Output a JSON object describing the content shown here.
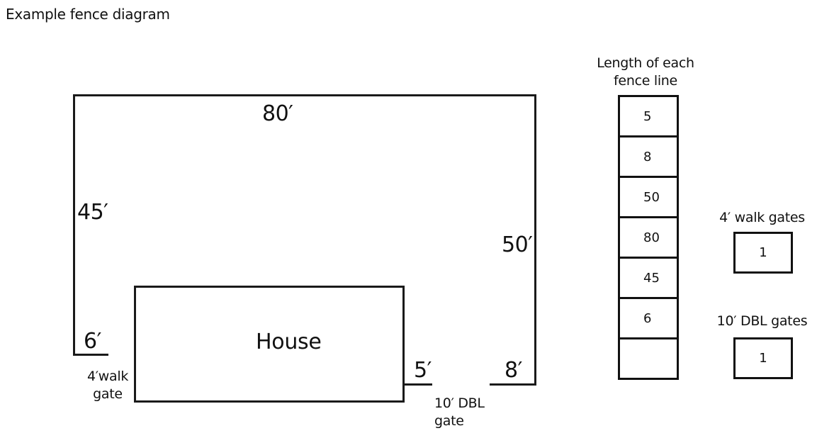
{
  "title": "Example fence diagram",
  "diagram": {
    "fence_labels": {
      "top": "80′",
      "left": "45′",
      "right": "50′",
      "left_bottom": "6′",
      "house_right": "5′",
      "right_bottom": "8′"
    },
    "house_label": "House",
    "gates": {
      "walk_gate_line1": "4′walk",
      "walk_gate_line2": "gate",
      "dbl_gate_line1": "10′ DBL",
      "dbl_gate_line2": "gate"
    }
  },
  "lengths_table": {
    "header_line1": "Length of each",
    "header_line2": "fence line",
    "values": [
      "5",
      "8",
      "50",
      "80",
      "45",
      "6",
      ""
    ]
  },
  "walk_gates": {
    "label": "4′ walk gates",
    "count": "1"
  },
  "dbl_gates": {
    "label": "10′ DBL gates",
    "count": "1"
  }
}
